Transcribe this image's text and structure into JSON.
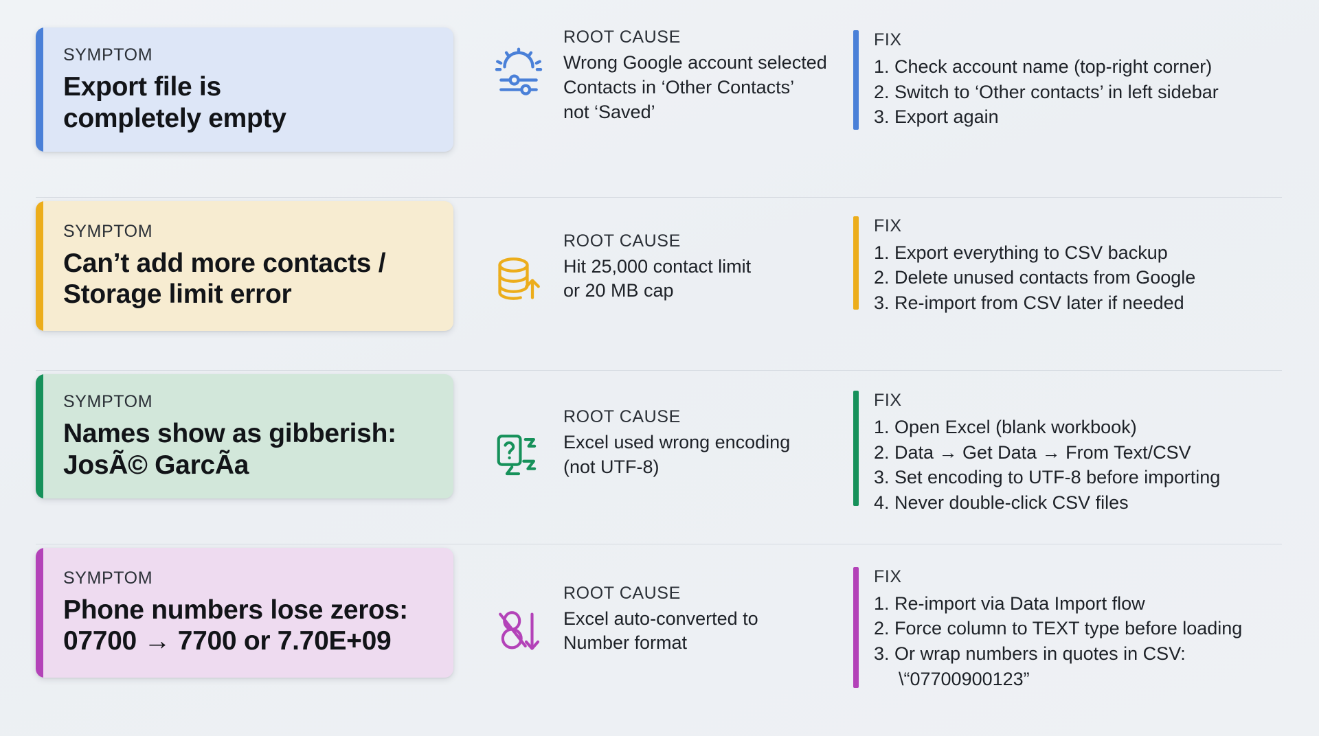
{
  "labels": {
    "symptom": "SYMPTOM",
    "root_cause": "ROOT CAUSE",
    "fix": "FIX"
  },
  "colors": {
    "blue": "#4a80d8",
    "blue_card": "#dde6f7",
    "amber": "#ecad1b",
    "amber_card": "#f7ecd1",
    "green": "#16915a",
    "green_card": "#d2e7da",
    "purple": "#b342b8",
    "purple_card": "#eedbf0",
    "page_background": "#eef1f4",
    "divider": "#d6dbe1",
    "body_text": "#1d2127"
  },
  "rows": [
    {
      "accent": "#4a80d8",
      "card_background": "#dde6f7",
      "icon": "settings-sliders-icon",
      "symptom_lines": [
        "Export file is",
        "completely empty"
      ],
      "cause_lines": [
        "Wrong Google account selected",
        "Contacts in ‘Other Contacts’",
        "not ‘Saved’"
      ],
      "fix_steps": [
        "1. Check account name (top-right corner)",
        "2. Switch to ‘Other contacts’ in left sidebar",
        "3. Export again"
      ]
    },
    {
      "accent": "#ecad1b",
      "card_background": "#f7ecd1",
      "icon": "database-upload-icon",
      "symptom_lines": [
        "Can’t add more contacts /",
        "Storage limit error"
      ],
      "cause_lines": [
        "Hit 25,000 contact limit",
        "or 20 MB cap"
      ],
      "fix_steps": [
        "1. Export everything to CSV backup",
        "2. Delete unused contacts from Google",
        "3. Re-import from CSV later if needed"
      ]
    },
    {
      "accent": "#16915a",
      "card_background": "#d2e7da",
      "icon": "garbled-encoding-icon",
      "symptom_lines": [
        "Names show as gibberish:",
        "JosÃ© GarcÃ­a"
      ],
      "cause_lines": [
        "Excel used wrong encoding",
        "(not UTF-8)"
      ],
      "fix_steps": [
        "1. Open Excel (blank workbook)",
        "2. Data → Get Data → From Text/CSV",
        "3. Set encoding to UTF-8 before importing",
        "4. Never double-click CSV files"
      ]
    },
    {
      "accent": "#b342b8",
      "card_background": "#eedbf0",
      "icon": "number-conversion-icon",
      "symptom_lines": [
        "Phone numbers lose zeros:",
        "07700 → 7700 or 7.70E+09"
      ],
      "cause_lines": [
        "Excel auto-converted to",
        "Number format"
      ],
      "fix_steps": [
        "1. Re-import via Data Import flow",
        "2. Force column to TEXT type before loading",
        "3. Or wrap numbers in quotes in CSV:",
        "\\“07700900123”"
      ]
    }
  ]
}
